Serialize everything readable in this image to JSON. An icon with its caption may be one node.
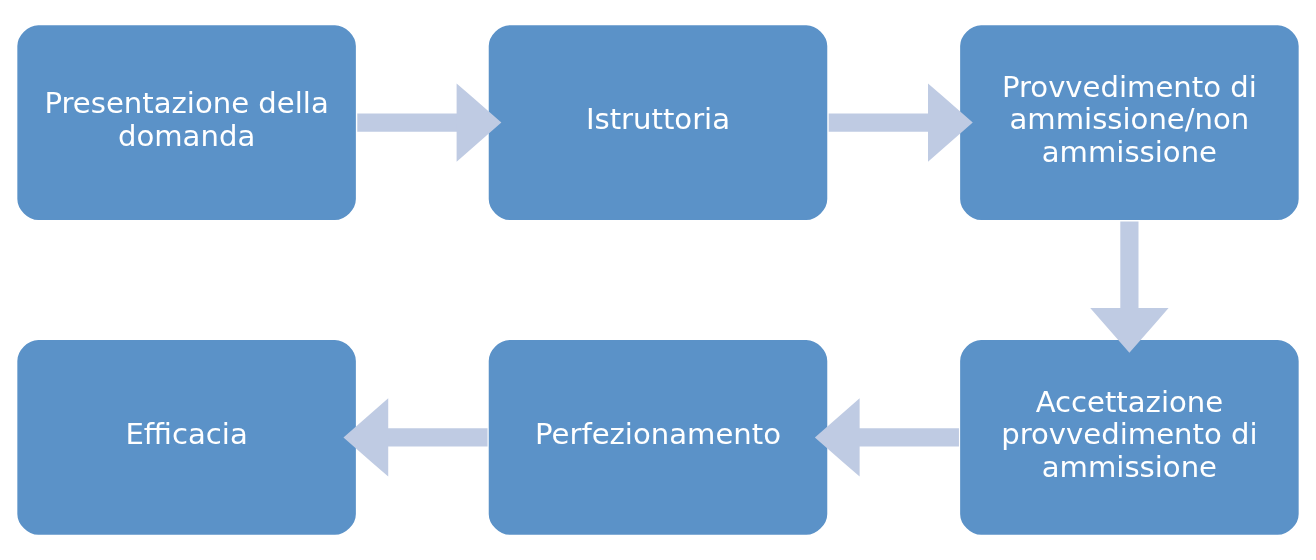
{
  "diagram": {
    "nodes": [
      {
        "text": [
          "Presentazione della domanda"
        ]
      },
      {
        "text": [
          "Istruttoria"
        ]
      },
      {
        "text": [
          "Provvedimento di ammissione/non ammissione"
        ]
      },
      {
        "text": [
          "Accettazione provvedimento di ammissione"
        ]
      },
      {
        "text": [
          "Perfezionamento"
        ]
      },
      {
        "text": [
          "Efficacia"
        ]
      }
    ],
    "edges": [
      {
        "from": 0,
        "to": 1,
        "arrow": "to"
      },
      {
        "from": 1,
        "to": 2,
        "arrow": "to"
      },
      {
        "from": 2,
        "to": 3,
        "arrow": "to"
      },
      {
        "from": 3,
        "to": 4,
        "arrow": "to"
      },
      {
        "from": 4,
        "to": 5,
        "arrow": "to"
      }
    ]
  }
}
